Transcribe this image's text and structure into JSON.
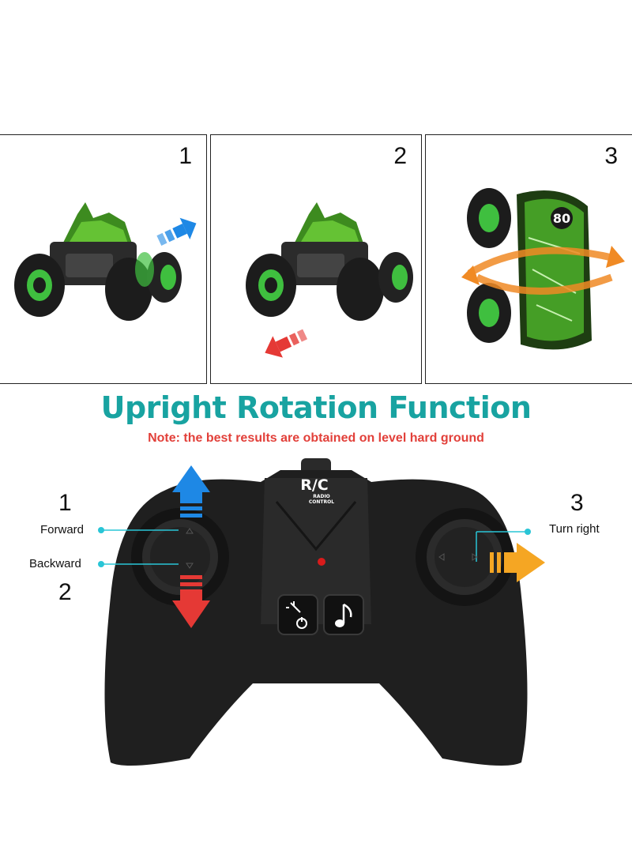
{
  "panels": [
    {
      "number": "1",
      "arrow": "forward"
    },
    {
      "number": "2",
      "arrow": "backward"
    },
    {
      "number": "3",
      "arrow": "rotate"
    }
  ],
  "title": "Upright Rotation Function",
  "note": "Note: the best results are obtained on level hard ground",
  "controller": {
    "logo_main": "R/C",
    "logo_sub1": "RADIO",
    "logo_sub2": "CONTROL",
    "left_number_top": "1",
    "left_label_forward": "Forward",
    "left_label_backward": "Backward",
    "left_number_bottom": "2",
    "right_number": "3",
    "right_label": "Turn right",
    "button_light_icon": "light-power-icon",
    "button_music_icon": "music-note-icon"
  },
  "truck_badge": "80",
  "colors": {
    "title": "#18a3a1",
    "note": "#e2403a",
    "forward_arrow": "#1e88e5",
    "backward_arrow": "#e53935",
    "turn_arrow": "#f5a623",
    "rotate_arrow": "#f08a24",
    "truck_green": "#4caf2a",
    "callout": "#29c5d6"
  }
}
